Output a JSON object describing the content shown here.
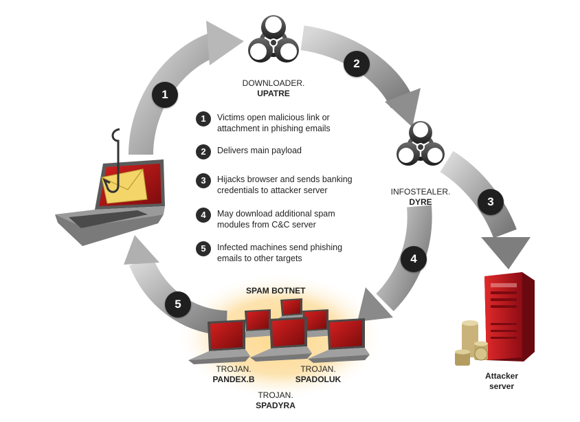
{
  "downloader": {
    "line1": "DOWNLOADER.",
    "line2": "UPATRE"
  },
  "infostealer": {
    "line1": "INFOSTEALER.",
    "line2": "DYRE"
  },
  "botnet_title": "SPAM BOTNET",
  "trojans": [
    {
      "line1": "TROJAN.",
      "line2": "PANDEX.B"
    },
    {
      "line1": "TROJAN.",
      "line2": "SPADYRA"
    },
    {
      "line1": "TROJAN.",
      "line2": "SPADOLUK"
    }
  ],
  "attacker": {
    "line1": "Attacker",
    "line2": "server"
  },
  "arrow_numbers": [
    "1",
    "2",
    "3",
    "4",
    "5"
  ],
  "steps": [
    {
      "num": "1",
      "text_line1": "Victims open malicious link or",
      "text_line2": "attachment in phishing emails"
    },
    {
      "num": "2",
      "text_line1": "Delivers main payload",
      "text_line2": ""
    },
    {
      "num": "3",
      "text_line1": "Hijacks browser and sends banking",
      "text_line2": "credentials to attacker server"
    },
    {
      "num": "4",
      "text_line1": "May download additional spam",
      "text_line2": "modules from C&C server"
    },
    {
      "num": "5",
      "text_line1": "Infected machines send phishing",
      "text_line2": "emails to other targets"
    }
  ],
  "colors": {
    "arrow_gray": "#9a9a9a",
    "badge": "#1f1f1f",
    "laptop_screen_red": "#b01818",
    "server_red": "#c1121f",
    "glow": "#f7c86a",
    "envelope": "#f2d36b"
  },
  "icons": [
    "biohazard-icon",
    "laptop-icon",
    "envelope-icon",
    "fishhook-icon",
    "server-icon",
    "coins-icon"
  ]
}
